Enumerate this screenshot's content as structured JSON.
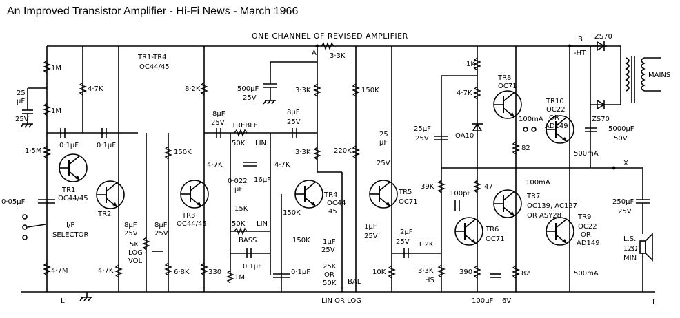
{
  "title": "An Improved Transistor Amplifier - Hi-Fi News - March 1966",
  "subtitle": "ONE CHANNEL OF REVISED AMPLIFIER",
  "labels": {
    "tr1_tr4": "TR1-TR4",
    "oc44_45": "OC44/45",
    "node_a": "A",
    "node_b": "B",
    "minus_ht": "-HT",
    "node_x": "X",
    "l_left": "L",
    "l_right": "L",
    "lin_or_log": "LIN OR LOG",
    "mains": "MAINS",
    "ip_selector_1": "I/P",
    "ip_selector_2": "SELECTOR",
    "treble": "TREBLE",
    "bass": "BASS",
    "bal": "BAL",
    "vol_1": "5K",
    "vol_2": "LOG",
    "vol_3": "VOL",
    "lin1": "LIN",
    "lin2": "LIN",
    "ls_1": "L.S.",
    "ls_2": "12Ω",
    "ls_3": "MIN",
    "hs": "HS"
  },
  "components": {
    "r_1m_a": "1M",
    "r_1m_b": "1M",
    "c_25uf": "25",
    "c_25uf_u": "µF",
    "c_25uf_v": "25V",
    "r_1_5m": "1·5M",
    "r_4_7k_a": "4·7K",
    "c_01_a": "0·1µF",
    "c_01_b": "0·1µF",
    "c_005": "0·05µF",
    "r_4_7m": "4·7M",
    "r_4_7k_b": "4·7K",
    "tr1": "TR1",
    "tr1_t": "OC44/45",
    "tr2": "TR2",
    "c_8uf_a": "8µF",
    "c_8uf_a_v": "25V",
    "c_8uf_b": "8µF",
    "c_8uf_b_v": "25V",
    "r_8_2k": "8·2K",
    "c_8uf_c": "8µF",
    "c_8uf_c_v": "25V",
    "r_150k_a": "150K",
    "tr3": "TR3",
    "tr3_t": "OC44/45",
    "r_6_8k": "6·8K",
    "r_330": "330",
    "r_50k_a": "50K",
    "r_4_7k_c": "4·7K",
    "c_0022": "0·022",
    "c_0022_u": "µF",
    "r_15k": "15K",
    "r_50k_b": "50K",
    "r_1m_c": "1M",
    "c_01_c": "0·1µF",
    "c_500uf": "500µF",
    "c_500uf_v": "25V",
    "r_3_3k_a": "3·3K",
    "r_3_3k_b": "3·3K",
    "r_3_3k_c": "3·3K",
    "c_8uf_d": "8µF",
    "c_8uf_d_v": "25V",
    "r_4_7k_d": "4·7K",
    "c_16uf": "16µF",
    "r_150k_b": "150K",
    "r_150k_c": "150K",
    "c_01_d": "0·1µF",
    "tr4": "TR4",
    "tr4_t1": "OC44",
    "tr4_t2": "45",
    "c_1uf_a": "1µF",
    "c_1uf_a_v": "25V",
    "r_25k_1": "25K",
    "r_25k_2": "OR",
    "r_25k_3": "50K",
    "r_150k_d": "150K",
    "r_220k": "220K",
    "c_25uf_b": "25",
    "c_25uf_b_u": "µF",
    "c_25uf_b_v": "25V",
    "tr5": "TR5",
    "tr5_t": "OC71",
    "c_1uf_b": "1µF",
    "c_1uf_b_v": "25V",
    "r_10k": "10K",
    "r_1k": "1K",
    "r_4_7k_e": "4·7K",
    "c_25uf_c": "25µF",
    "c_25uf_c_v": "25V",
    "d_oa10": "OA10",
    "tr8": "TR8",
    "tr8_t": "OC71",
    "r_82_a": "82",
    "r_39k": "39K",
    "c_100pf": "100pF",
    "r_47": "47",
    "c_2uf": "2µF",
    "c_2uf_v": "25V",
    "r_1_2k": "1·2K",
    "r_3_3k_d": "3·3K",
    "tr6": "TR6",
    "tr6_t": "OC71",
    "r_390": "390",
    "c_100uf": "100µF",
    "c_100uf_v": "6V",
    "tr7": "TR7",
    "tr7_t1": "OC139, AC127",
    "tr7_t2": "OR ASY28",
    "r_82_b": "82",
    "tr10": "TR10",
    "tr10_t1": "OC22",
    "tr10_t2": "OR",
    "tr10_t3": "AD149",
    "fuse_100ma_a": "100mA",
    "fuse_500ma_a": "500mA",
    "fuse_100ma_b": "100mA",
    "fuse_500ma_b": "500mA",
    "tr9": "TR9",
    "tr9_t1": "OC22",
    "tr9_t2": "OR",
    "tr9_t3": "AD149",
    "zs70_a": "ZS70",
    "zs70_b": "ZS70",
    "c_5000uf": "5000µF",
    "c_5000uf_v": "50V",
    "c_250uf": "250µF",
    "c_250uf_v": "25V"
  },
  "icons": [
    "transistor-icon",
    "resistor-icon",
    "capacitor-icon",
    "diode-icon",
    "transformer-icon",
    "speaker-icon",
    "ground-icon",
    "fuse-icon",
    "potentiometer-icon"
  ]
}
